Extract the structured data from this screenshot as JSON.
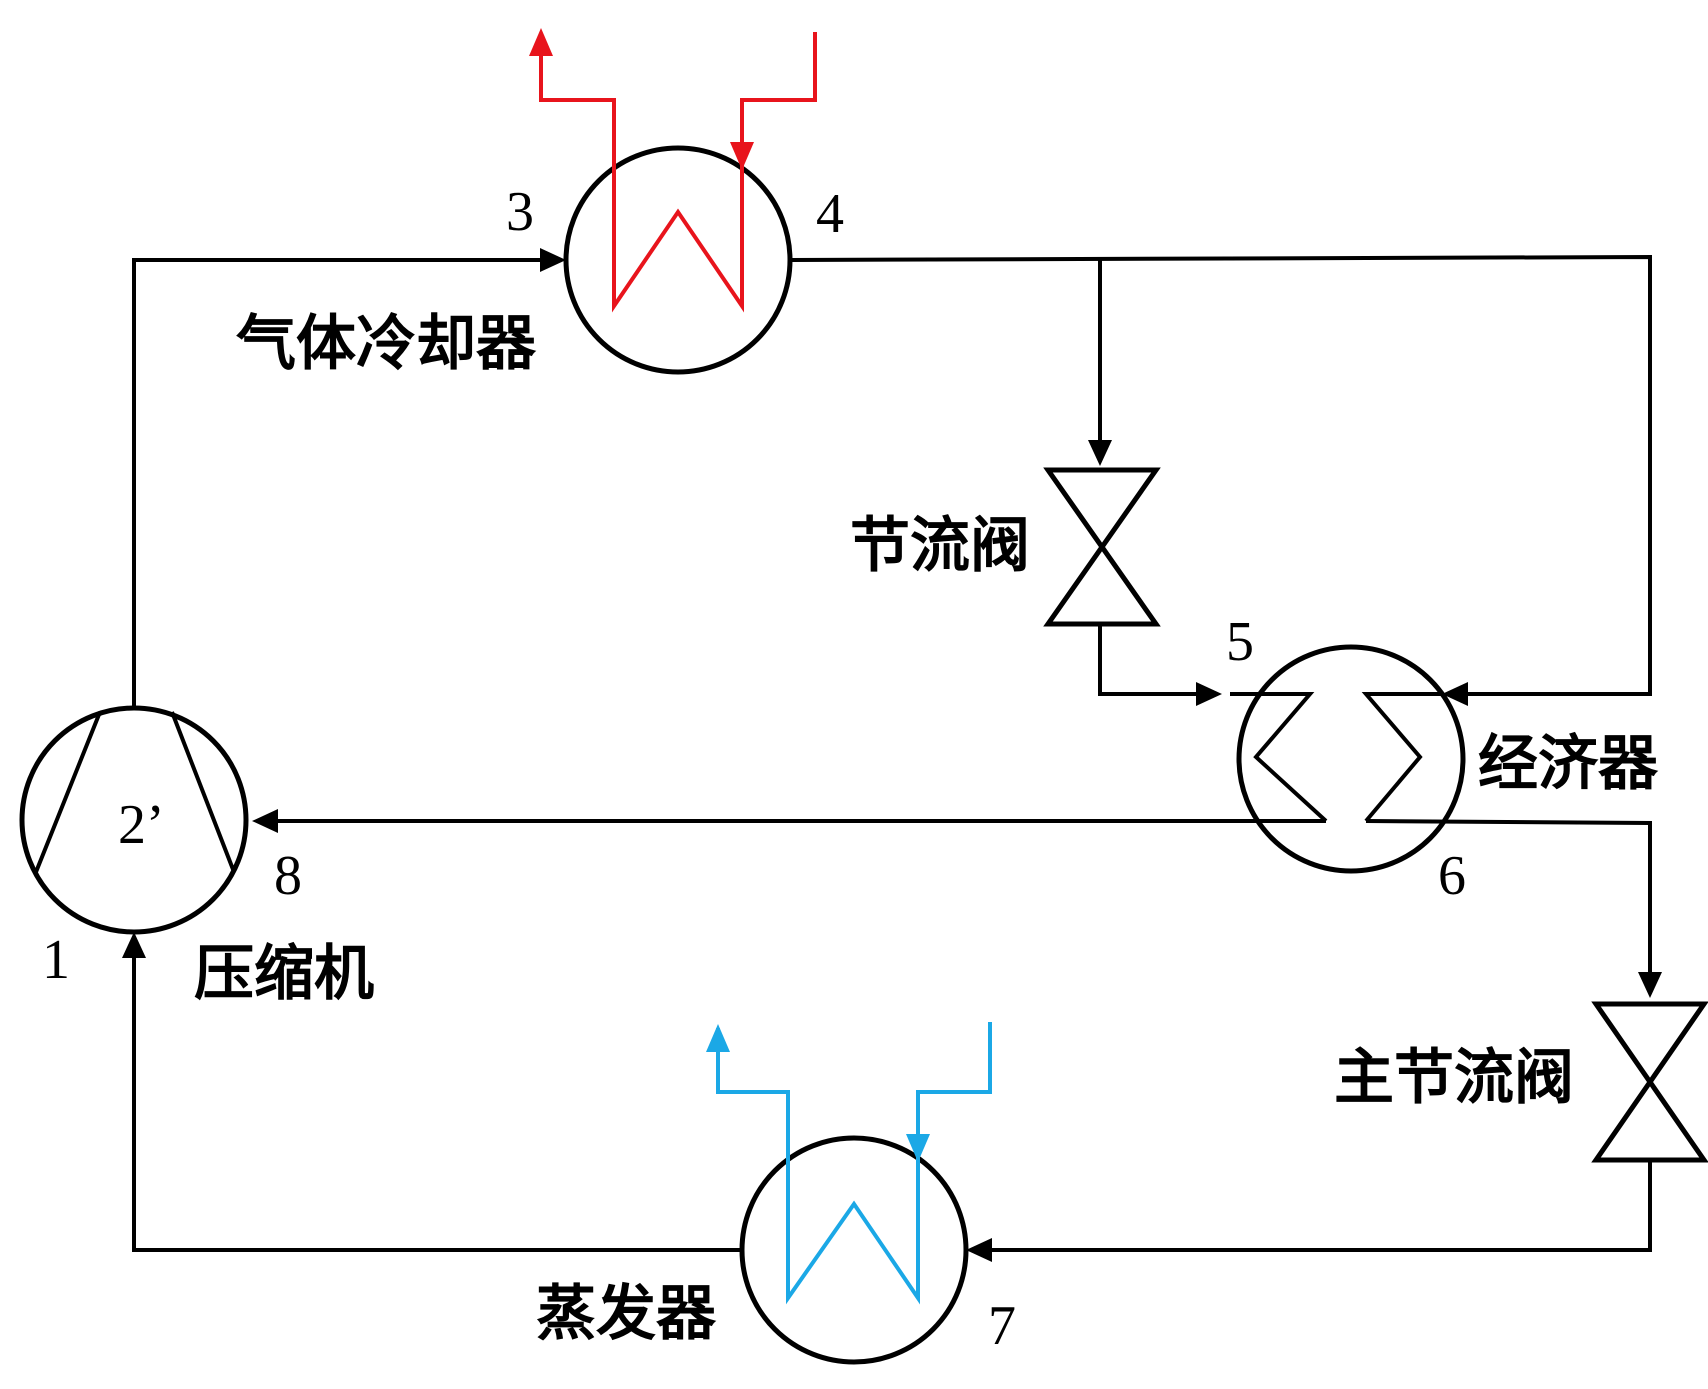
{
  "components": {
    "gas_cooler": "气体冷却器",
    "throttle_valve": "节流阀",
    "economizer": "经济器",
    "compressor": "压缩机",
    "main_throttle_valve": "主节流阀",
    "evaporator": "蒸发器"
  },
  "state_points": {
    "p1": "1",
    "p2prime": "2’",
    "p3": "3",
    "p4": "4",
    "p5": "5",
    "p6": "6",
    "p7": "7",
    "p8": "8"
  },
  "colors": {
    "refrigerant_line": "#000000",
    "hot_water": "#e8141c",
    "chilled_water": "#1ba8e6"
  }
}
